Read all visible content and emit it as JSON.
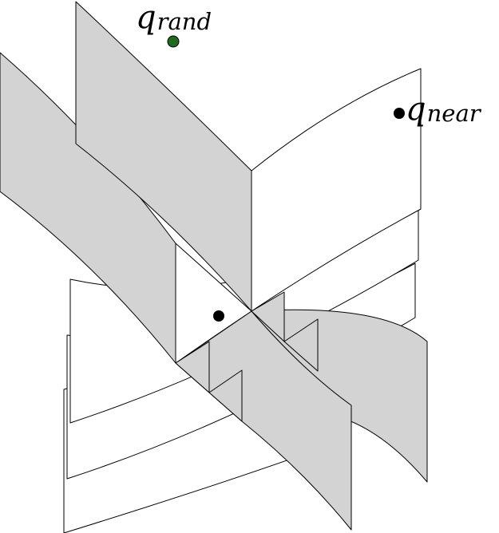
{
  "colors": {
    "gray_sheet": "#d3d3d3",
    "white_sheet": "#ffffff",
    "outline": "#000000",
    "q_rand_point": "#1e6b1e",
    "q_near_point": "#000000",
    "q_new_point": "#000000"
  },
  "labels": {
    "q_rand": {
      "symbol": "q",
      "subscript": "rand"
    },
    "q_near": {
      "symbol": "q",
      "subscript": "near"
    }
  }
}
